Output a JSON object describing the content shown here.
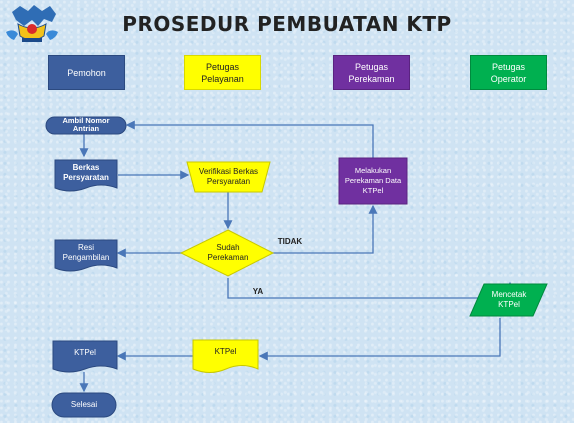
{
  "title": "PROSEDUR PEMBUATAN KTP",
  "lanes": {
    "pemohon": "Pemohon",
    "pelayanan": "Petugas\nPelayanan",
    "perekaman": "Petugas\nPerekaman",
    "operator": "Petugas\nOperator"
  },
  "nodes": {
    "ambil_nomor": "Ambil Nomor\nAntrian",
    "berkas": "Berkas\nPersyaratan",
    "verifikasi": "Verifikasi Berkas\nPersyaratan",
    "melakukan": "Melakukan\nPerekaman Data\nKTPel",
    "sudah": "Sudah\nPerekaman",
    "resi": "Resi\nPengambilan",
    "mencetak": "Mencetak\nKTPel",
    "ktpel_pelayanan": "KTPel",
    "ktpel_pemohon": "KTPel",
    "selesai": "Selesai"
  },
  "edge_labels": {
    "tidak": "TIDAK",
    "ya": "YA"
  },
  "colors": {
    "navy": "#3d5f9e",
    "yellow": "#ffff00",
    "purple": "#7030a0",
    "green": "#00b050",
    "arrow": "#4a77b8"
  }
}
